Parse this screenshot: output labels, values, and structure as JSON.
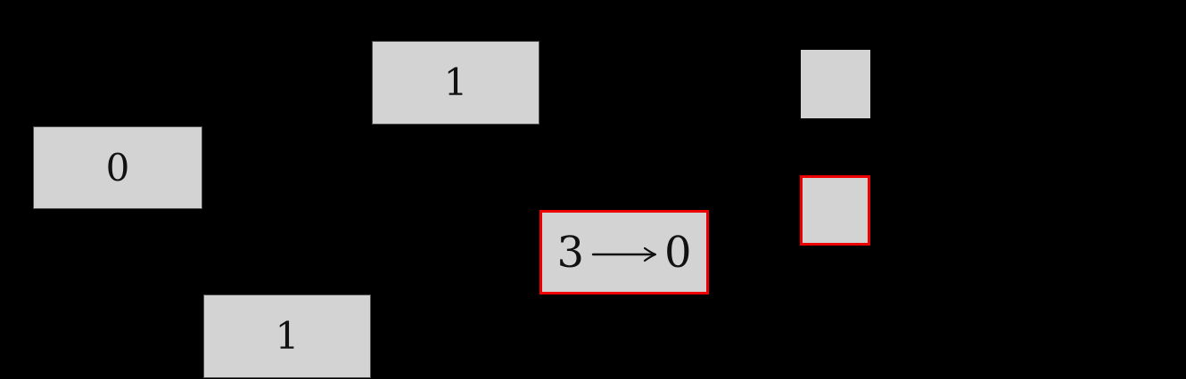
{
  "diagram": {
    "colors": {
      "background": "#000000",
      "box_fill": "#d3d3d3",
      "highlight_border": "#ee0000",
      "text": "#111111"
    },
    "nodes": {
      "one_top": {
        "label": "1",
        "highlighted": false
      },
      "zero_left": {
        "label": "0",
        "highlighted": false
      },
      "one_bottom": {
        "label": "1",
        "highlighted": false
      },
      "transition": {
        "from": "3",
        "to": "0",
        "arrow_glyph": "⟶",
        "highlighted": true
      },
      "square_plain": {
        "label": "",
        "highlighted": false
      },
      "square_red": {
        "label": "",
        "highlighted": true
      }
    }
  }
}
